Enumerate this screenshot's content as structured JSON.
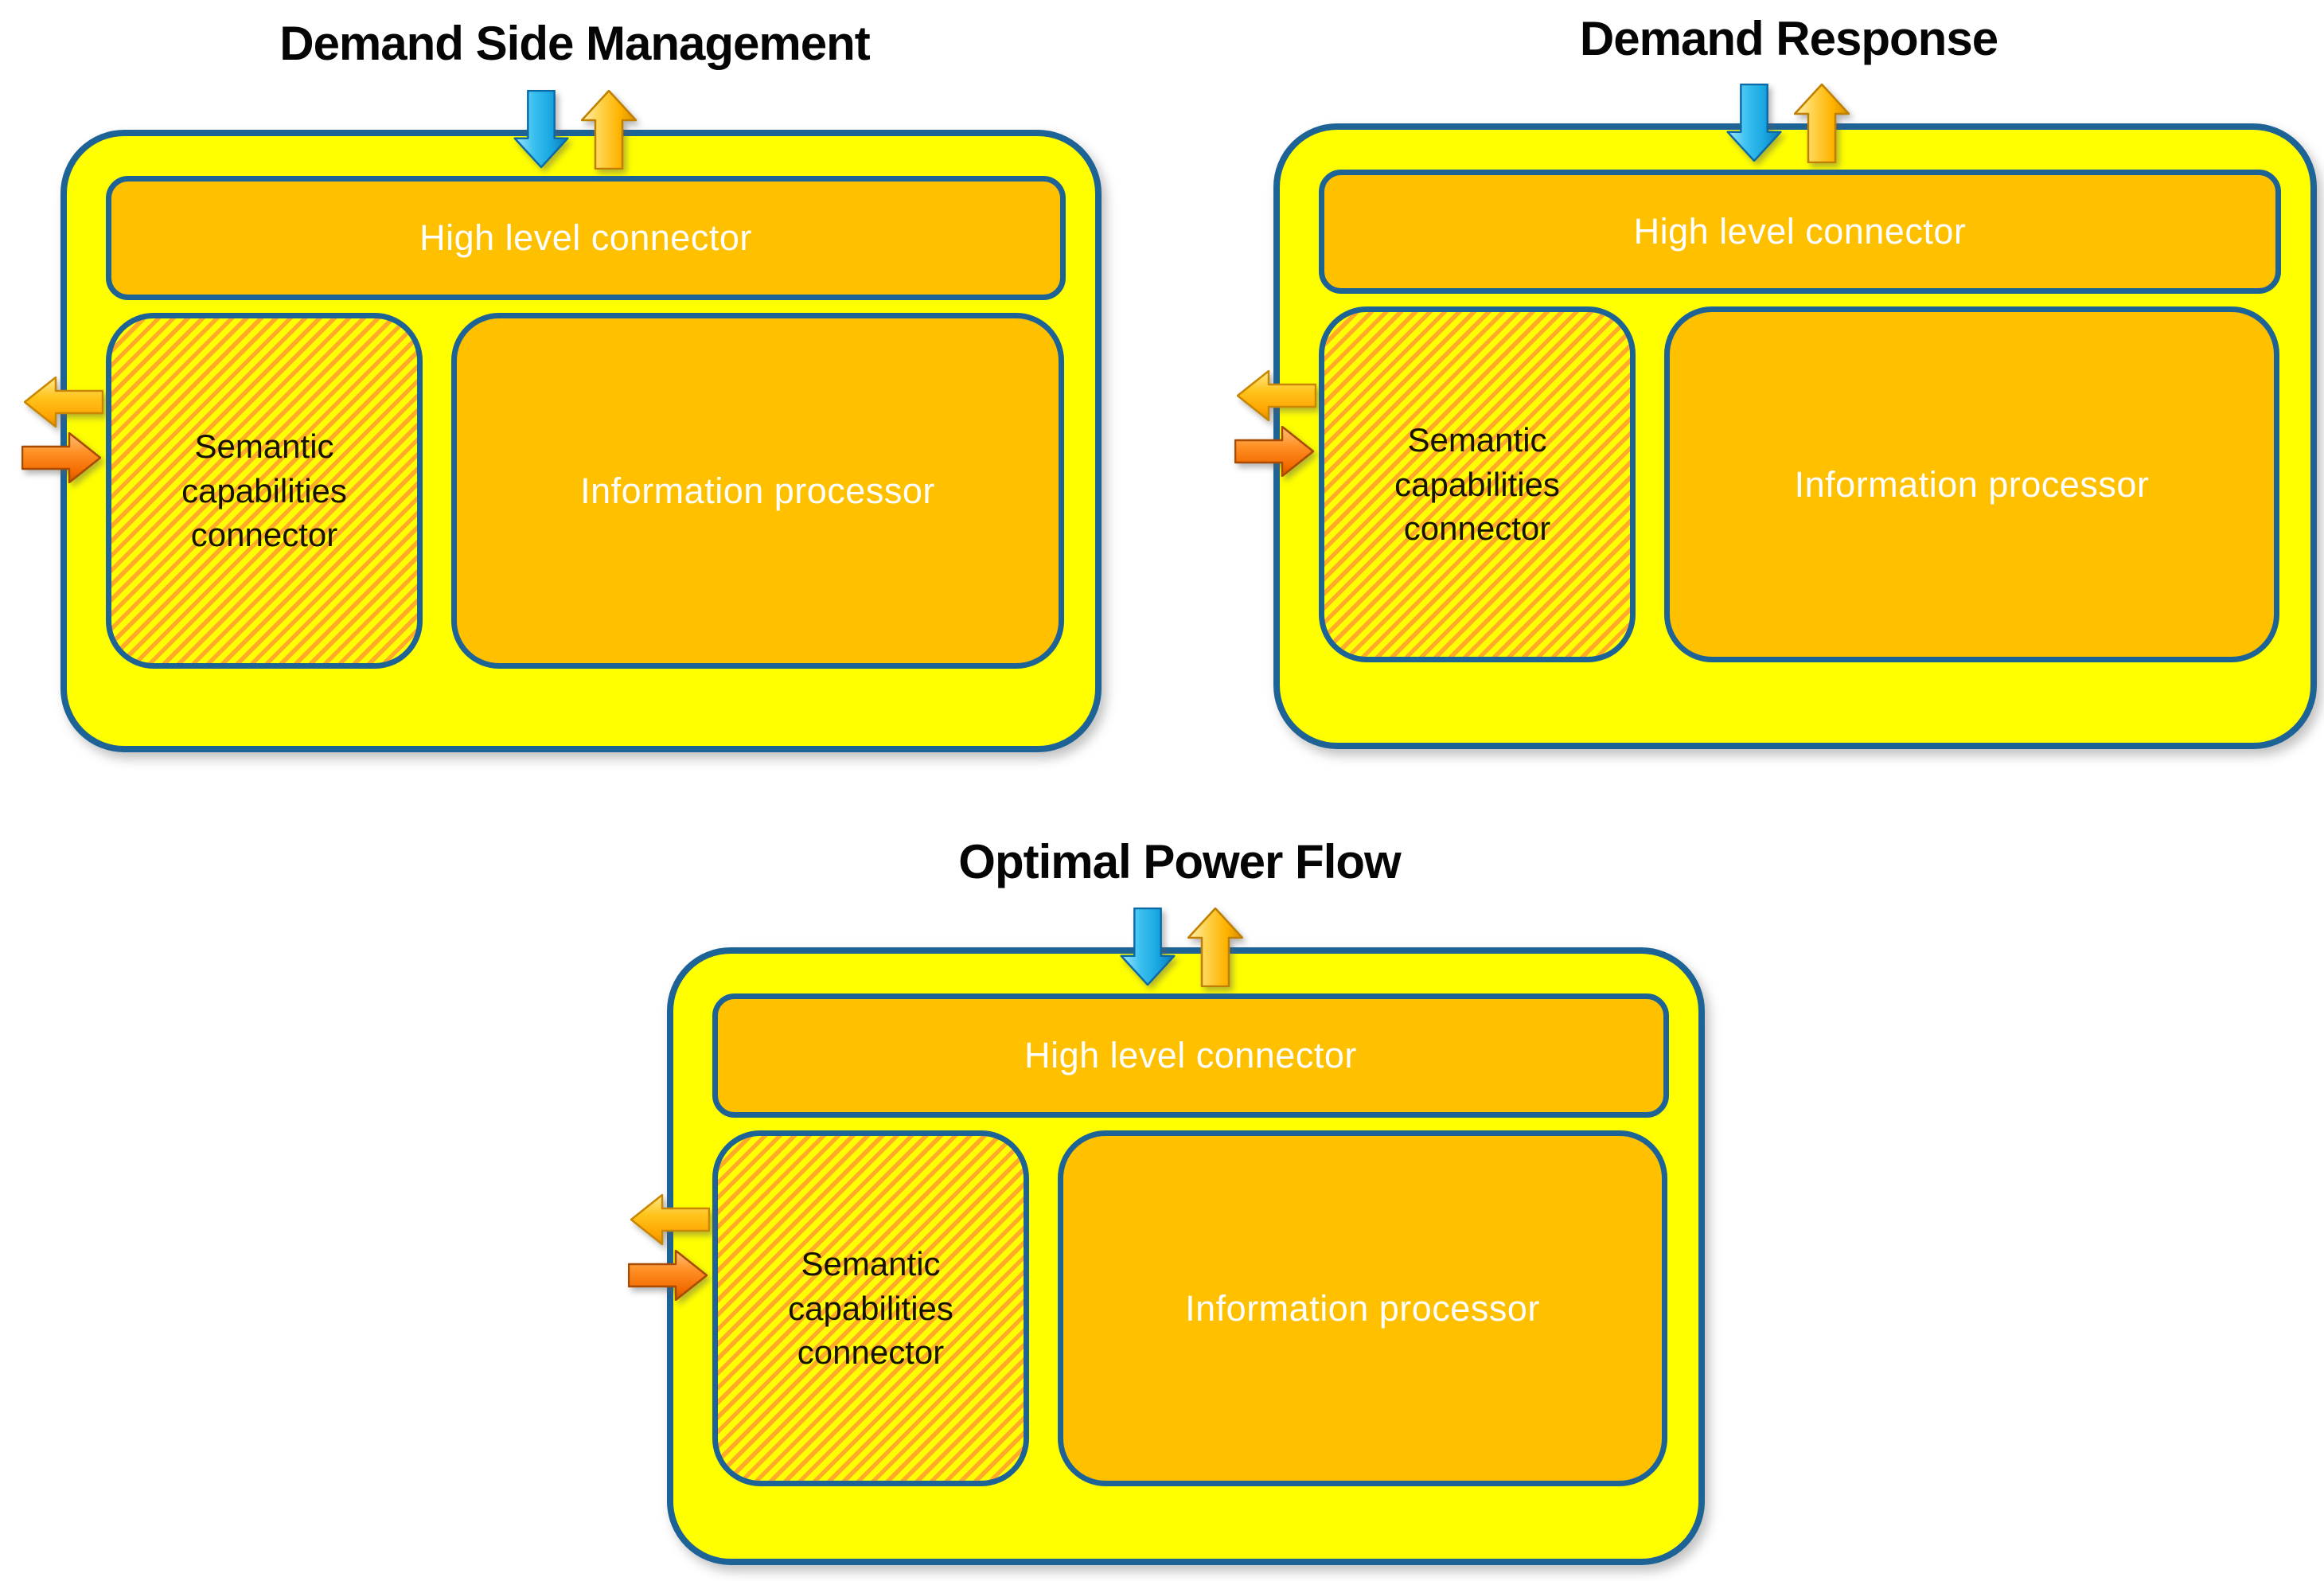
{
  "diagram": {
    "background": "#FFFFFF",
    "palette": {
      "module_fill": "#FFFF00",
      "module_border": "#1E6396",
      "inner_box_fill": "#FFC000",
      "hatch_stripe": "#FFAA28",
      "hatch_fill": "#FFFF00",
      "title_text": "#050505",
      "inner_box_text": "#FFFFFF",
      "hatch_box_text": "#141400",
      "down_arrow_blue": "#18A5E0",
      "up_arrow_gold": "#FFB300",
      "left_arrow_yellow": "#FFC41C",
      "right_arrow_orange": "#F26A00"
    },
    "modules": [
      {
        "title": "Demand Side Management",
        "high_level_connector": "High level connector",
        "semantic_capabilities_connector": "Semantic capabilities connector",
        "information_processor": "Information processor",
        "top_arrows": [
          "down-arrow-icon",
          "up-arrow-icon"
        ],
        "side_arrows": [
          "left-arrow-icon",
          "right-arrow-icon"
        ]
      },
      {
        "title": "Demand Response",
        "high_level_connector": "High level connector",
        "semantic_capabilities_connector": "Semantic capabilities connector",
        "information_processor": "Information processor",
        "top_arrows": [
          "down-arrow-icon",
          "up-arrow-icon"
        ],
        "side_arrows": [
          "left-arrow-icon",
          "right-arrow-icon"
        ]
      },
      {
        "title": "Optimal Power Flow",
        "high_level_connector": "High level connector",
        "semantic_capabilities_connector": "Semantic capabilities connector",
        "information_processor": "Information processor",
        "top_arrows": [
          "down-arrow-icon",
          "up-arrow-icon"
        ],
        "side_arrows": [
          "left-arrow-icon",
          "right-arrow-icon"
        ]
      }
    ]
  }
}
